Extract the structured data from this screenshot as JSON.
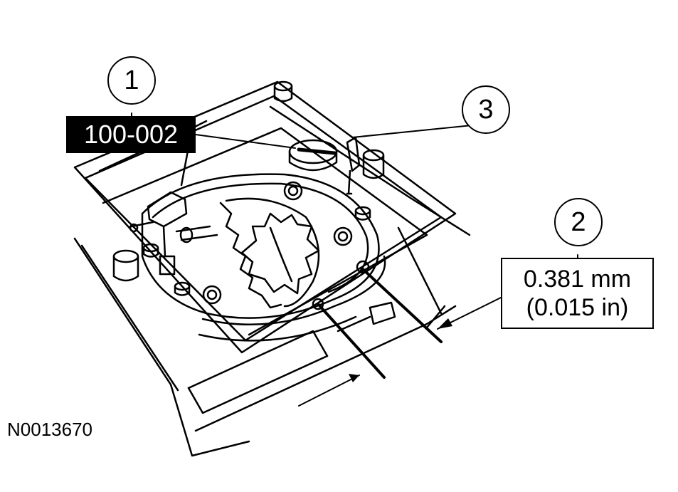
{
  "callouts": {
    "c1": "1",
    "c2": "2",
    "c3": "3"
  },
  "tool_number": "100-002",
  "specification": {
    "metric": "0.381 mm",
    "imperial": "(0.015 in)"
  },
  "figure_id": "N0013670",
  "colors": {
    "line": "#000000",
    "background": "#ffffff",
    "label_bg": "#000000",
    "label_text": "#ffffff"
  }
}
